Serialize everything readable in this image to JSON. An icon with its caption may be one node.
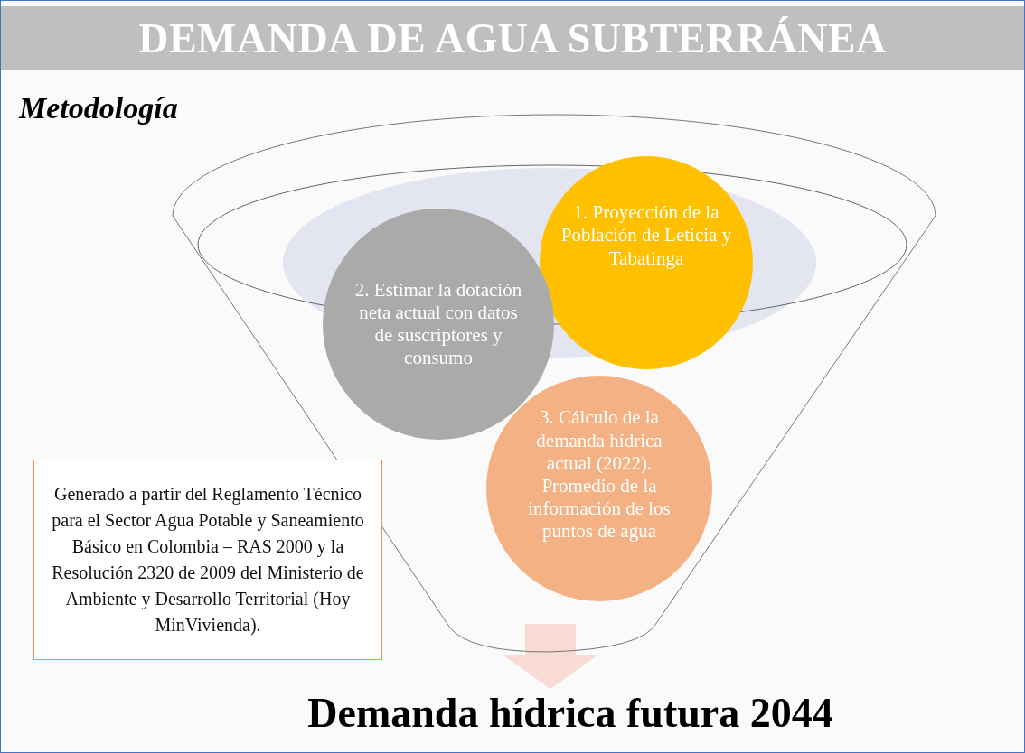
{
  "diagram": {
    "title": "DEMANDA DE AGUA SUBTERRÁNEA",
    "nodes": [
      {
        "text": [],
        "shape": "funnel"
      },
      {
        "text": [
          "1. Proyección de la Población de Leticia y Tabatinga"
        ],
        "in": 0
      },
      {
        "text": [
          "2. Estimar la dotación neta actual con datos de suscriptores y consumo"
        ],
        "in": 0
      },
      {
        "text": [
          "3. Cálculo de la demanda hídrica actual (2022). Promedio de la información de los puntos de agua"
        ],
        "in": 0
      },
      {
        "text": [
          "Generado a partir del Reglamento Técnico para el Sector Agua Potable y Saneamiento Básico en Colombia – RAS 2000 y la Resolución 2320 de 2009 del Ministerio de Ambiente y Desarrollo Territorial (Hoy MinVivienda)."
        ]
      },
      {
        "text": [
          "Demanda hídrica futura 2044"
        ]
      }
    ],
    "edges": [
      {
        "from": 0,
        "to": 5,
        "arrow": "to",
        "style": "thick",
        "color": "#f8dcd4"
      }
    ],
    "labels": [
      "Metodología"
    ]
  }
}
